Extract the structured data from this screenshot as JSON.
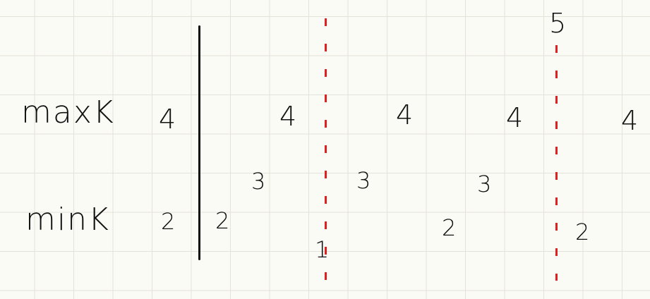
{
  "labels": {
    "max_row": "maxK",
    "min_row": "minK"
  },
  "max_row_values": [
    "4",
    "4",
    "4",
    "4",
    "4"
  ],
  "min_row_values": [
    "2",
    "2",
    "2",
    "2"
  ],
  "middle_values": [
    "3",
    "3",
    "3"
  ],
  "bottom_value": "1",
  "top_value": "5",
  "colors": {
    "ink": "#111111",
    "dashed_marker": "#e02020",
    "grid": "#e3e3da",
    "paper": "#fbfbf6"
  }
}
